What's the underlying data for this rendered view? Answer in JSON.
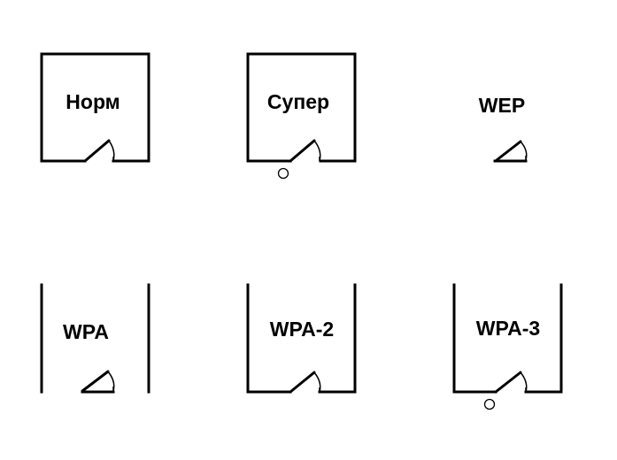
{
  "panels": [
    {
      "label": "Норм",
      "walls": "closed",
      "marker": false
    },
    {
      "label": "Супер",
      "walls": "closed",
      "marker": true
    },
    {
      "label": "WEP",
      "walls": "none",
      "marker": false
    },
    {
      "label": "WPA",
      "walls": "sides",
      "marker": false
    },
    {
      "label": "WPA-2",
      "walls": "open-top",
      "marker": false
    },
    {
      "label": "WPA-3",
      "walls": "open-top",
      "marker": true
    }
  ]
}
